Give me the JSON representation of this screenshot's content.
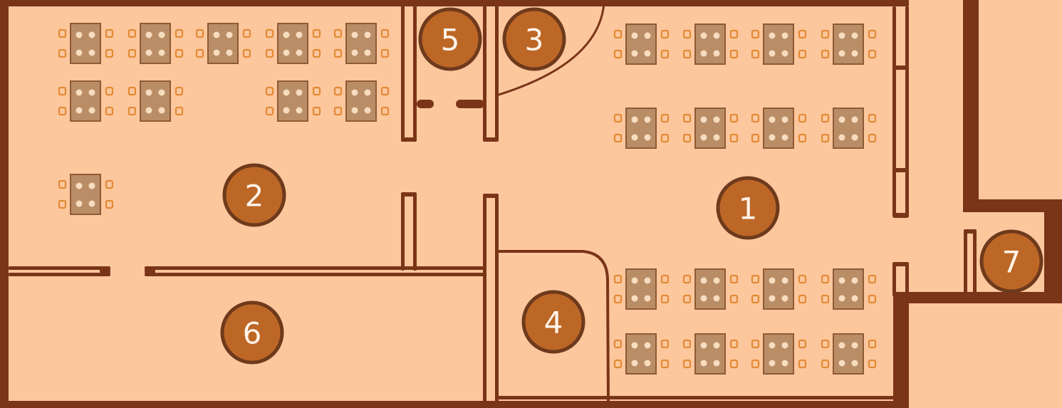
{
  "colors": {
    "floor": "#fdc79e",
    "wall": "#7a3418",
    "badge_fill": "#bd6727",
    "badge_ring": "#6e3a1c",
    "badge_text": "#fff4ea",
    "table_fill": "#b98d66",
    "table_stroke": "#8f5a35",
    "table_dot": "#f7dcc0",
    "chair": "#e28a35"
  },
  "rooms": [
    {
      "id": "room-1",
      "label": "1"
    },
    {
      "id": "room-2",
      "label": "2"
    },
    {
      "id": "room-3",
      "label": "3"
    },
    {
      "id": "room-4",
      "label": "4"
    },
    {
      "id": "room-5",
      "label": "5"
    },
    {
      "id": "room-6",
      "label": "6"
    },
    {
      "id": "room-7",
      "label": "7"
    }
  ]
}
